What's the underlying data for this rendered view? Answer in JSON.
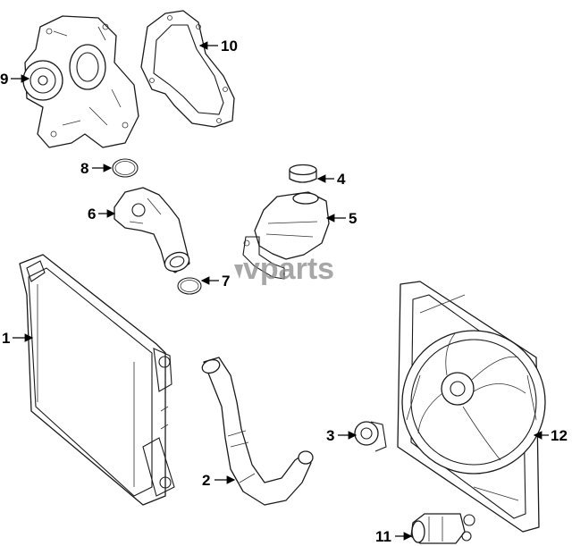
{
  "watermark": {
    "text": "vparts"
  },
  "callouts": [
    {
      "id": "1",
      "label": "1"
    },
    {
      "id": "2",
      "label": "2"
    },
    {
      "id": "3",
      "label": "3"
    },
    {
      "id": "4",
      "label": "4"
    },
    {
      "id": "5",
      "label": "5"
    },
    {
      "id": "6",
      "label": "6"
    },
    {
      "id": "7",
      "label": "7"
    },
    {
      "id": "8",
      "label": "8"
    },
    {
      "id": "9",
      "label": "9"
    },
    {
      "id": "10",
      "label": "10"
    },
    {
      "id": "11",
      "label": "11"
    },
    {
      "id": "12",
      "label": "12"
    }
  ]
}
